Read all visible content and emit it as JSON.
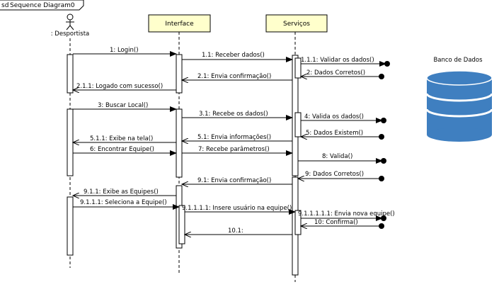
{
  "frame": {
    "tag": "sd",
    "title": "Sequence Diagram0"
  },
  "lifelines": {
    "actor": {
      "label": ": Desportista"
    },
    "interface": {
      "label": "Interface"
    },
    "servicos": {
      "label": "Serviços"
    },
    "banco": {
      "label": "Banco de Dados"
    }
  },
  "messages": [
    "1: Login()",
    "1.1: Receber dados()",
    "1.1.1: Validar os dados()",
    "2: Dados Corretos()",
    "2.1: Envia confirmação()",
    "2.1.1: Logado com sucesso()",
    "3: Buscar Local()",
    "3.1: Recebe os dados()",
    "4: Valida os dados()",
    "5: Dados Existem()",
    "5.1: Envia informações()",
    "5.1.1: Exibe na tela()",
    "6: Encontrar Equipe()",
    "7: Recebe parâmetros()",
    "8: Valida()",
    "9: Dados Corretos()",
    "9.1: Envia confirmação()",
    "9.1.1: Exibe as Equipes()",
    "9.1.1.1: Seleciona a Equipe()",
    "9.1.1.1.1: Insere usuário na equipe()",
    "9.1.1.1.1.1: Envia nova equipe()",
    "10: Confirma()",
    "10.1:"
  ],
  "colors": {
    "lifeline_box": "#ffffcc",
    "database_fill": "#3f7fc0",
    "database_band": "#ffffff",
    "line": "#000000"
  }
}
